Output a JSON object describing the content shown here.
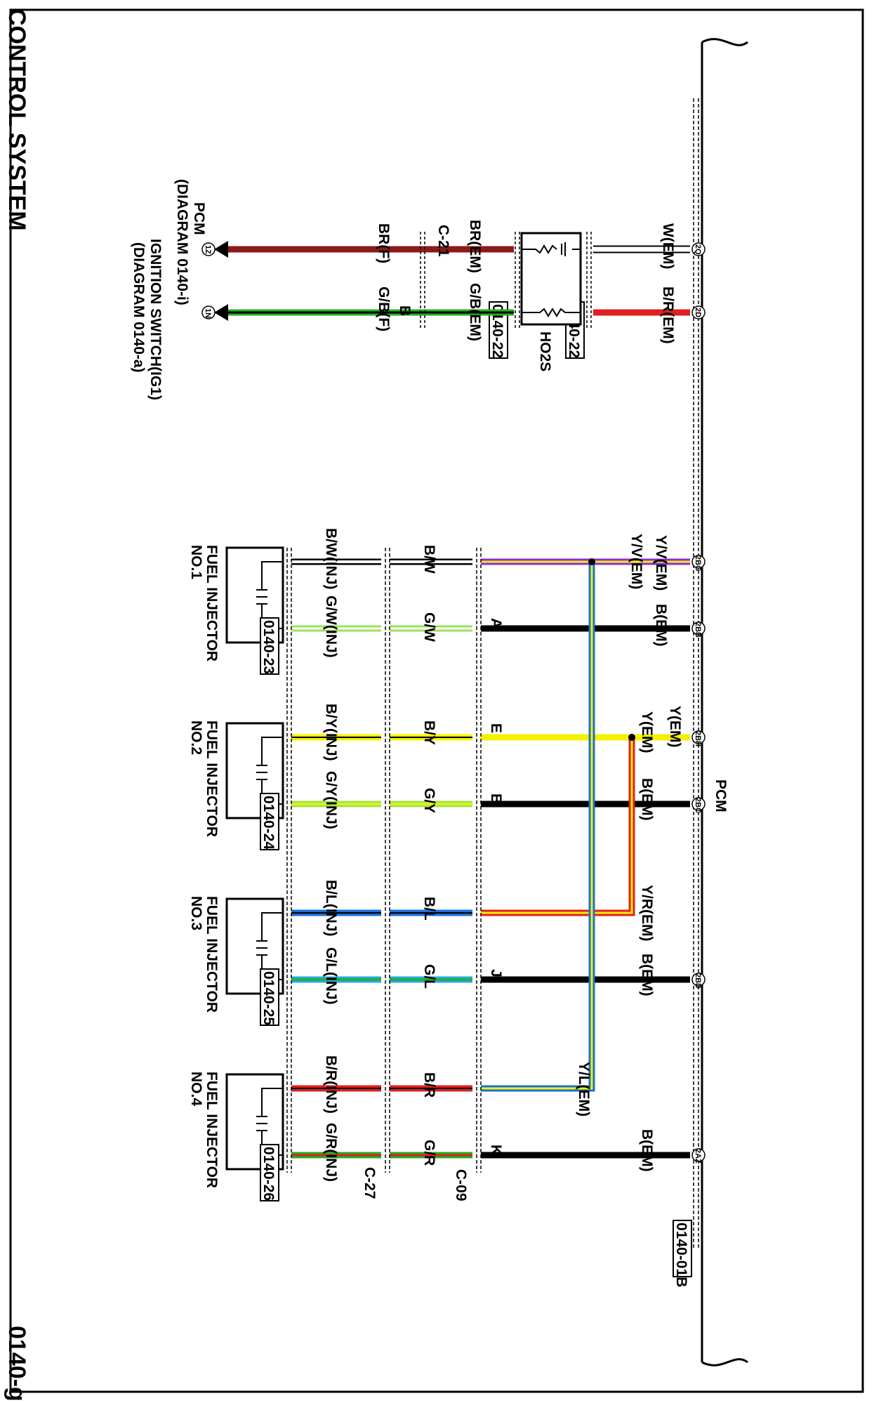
{
  "header": {
    "title": "CONTROL SYSTEM",
    "page_code": "0140-g"
  },
  "pcm_label": "PCM",
  "pcm_connector_ref": "0140-01B",
  "pcm_pins": [
    "2Q",
    "2D",
    "2BG",
    "2BB",
    "2BH",
    "2BC",
    "2BD",
    "2AZ"
  ],
  "ho2s": {
    "label": "HO2S",
    "ref_top": "0140-22",
    "ref_bottom": "0140-22",
    "wires_top": [
      "W(EM)",
      "B/R(EM)"
    ],
    "wires_bottom": [
      "BR(EM)",
      "G/B(EM)"
    ],
    "connector": "C-21",
    "pin_b": "B",
    "wires_f": [
      "BR(F)",
      "G/B(F)"
    ],
    "pcm_target_pin": "1Z",
    "pcm_target_label": "PCM",
    "pcm_target_diagram": "(DIAGRAM 0140-i)",
    "ign_pin": "1N",
    "ign_label": "IGNITION SWITCH(IG1)",
    "ign_diagram": "(DIAGRAM 0140-a)"
  },
  "upper_wires": [
    "Y/V(EM)",
    "B(EM)",
    "Y(EM)",
    "B(EM)",
    "Y/R(EM)",
    "B(EM)",
    "Y/L(EM)",
    "B(EM)"
  ],
  "branch_labels": {
    "yv_top": "Y/V(EM)",
    "y_top": "Y(EM)"
  },
  "c09": {
    "name": "C-09",
    "pins": [
      "A",
      "E",
      "B",
      "J",
      "K"
    ]
  },
  "mid_wires": [
    "B/W",
    "G/W",
    "B/Y",
    "G/Y",
    "B/L",
    "G/L",
    "B/R",
    "G/R"
  ],
  "c27": {
    "name": "C-27"
  },
  "inj_wires": [
    "B/W(INJ)",
    "G/W(INJ)",
    "B/Y(INJ)",
    "G/Y(INJ)",
    "B/L(INJ)",
    "G/L(INJ)",
    "B/R(INJ)",
    "G/R(INJ)"
  ],
  "injectors": [
    {
      "label": "FUEL INJECTOR",
      "num": "NO.1",
      "ref": "0140-23"
    },
    {
      "label": "FUEL INJECTOR",
      "num": "NO.2",
      "ref": "0140-24"
    },
    {
      "label": "FUEL INJECTOR",
      "num": "NO.3",
      "ref": "0140-25"
    },
    {
      "label": "FUEL INJECTOR",
      "num": "NO.4",
      "ref": "0140-26"
    }
  ],
  "colors": {
    "black": "#000000",
    "red": "#e02020",
    "darkred": "#8b1a1a",
    "green": "#22b022",
    "yellow": "#f5f000",
    "blue": "#1a6fd8",
    "purple": "#8a2be2",
    "lightblue": "#2aa8e0",
    "lightgreen": "#9be35a",
    "white": "#ffffff"
  }
}
